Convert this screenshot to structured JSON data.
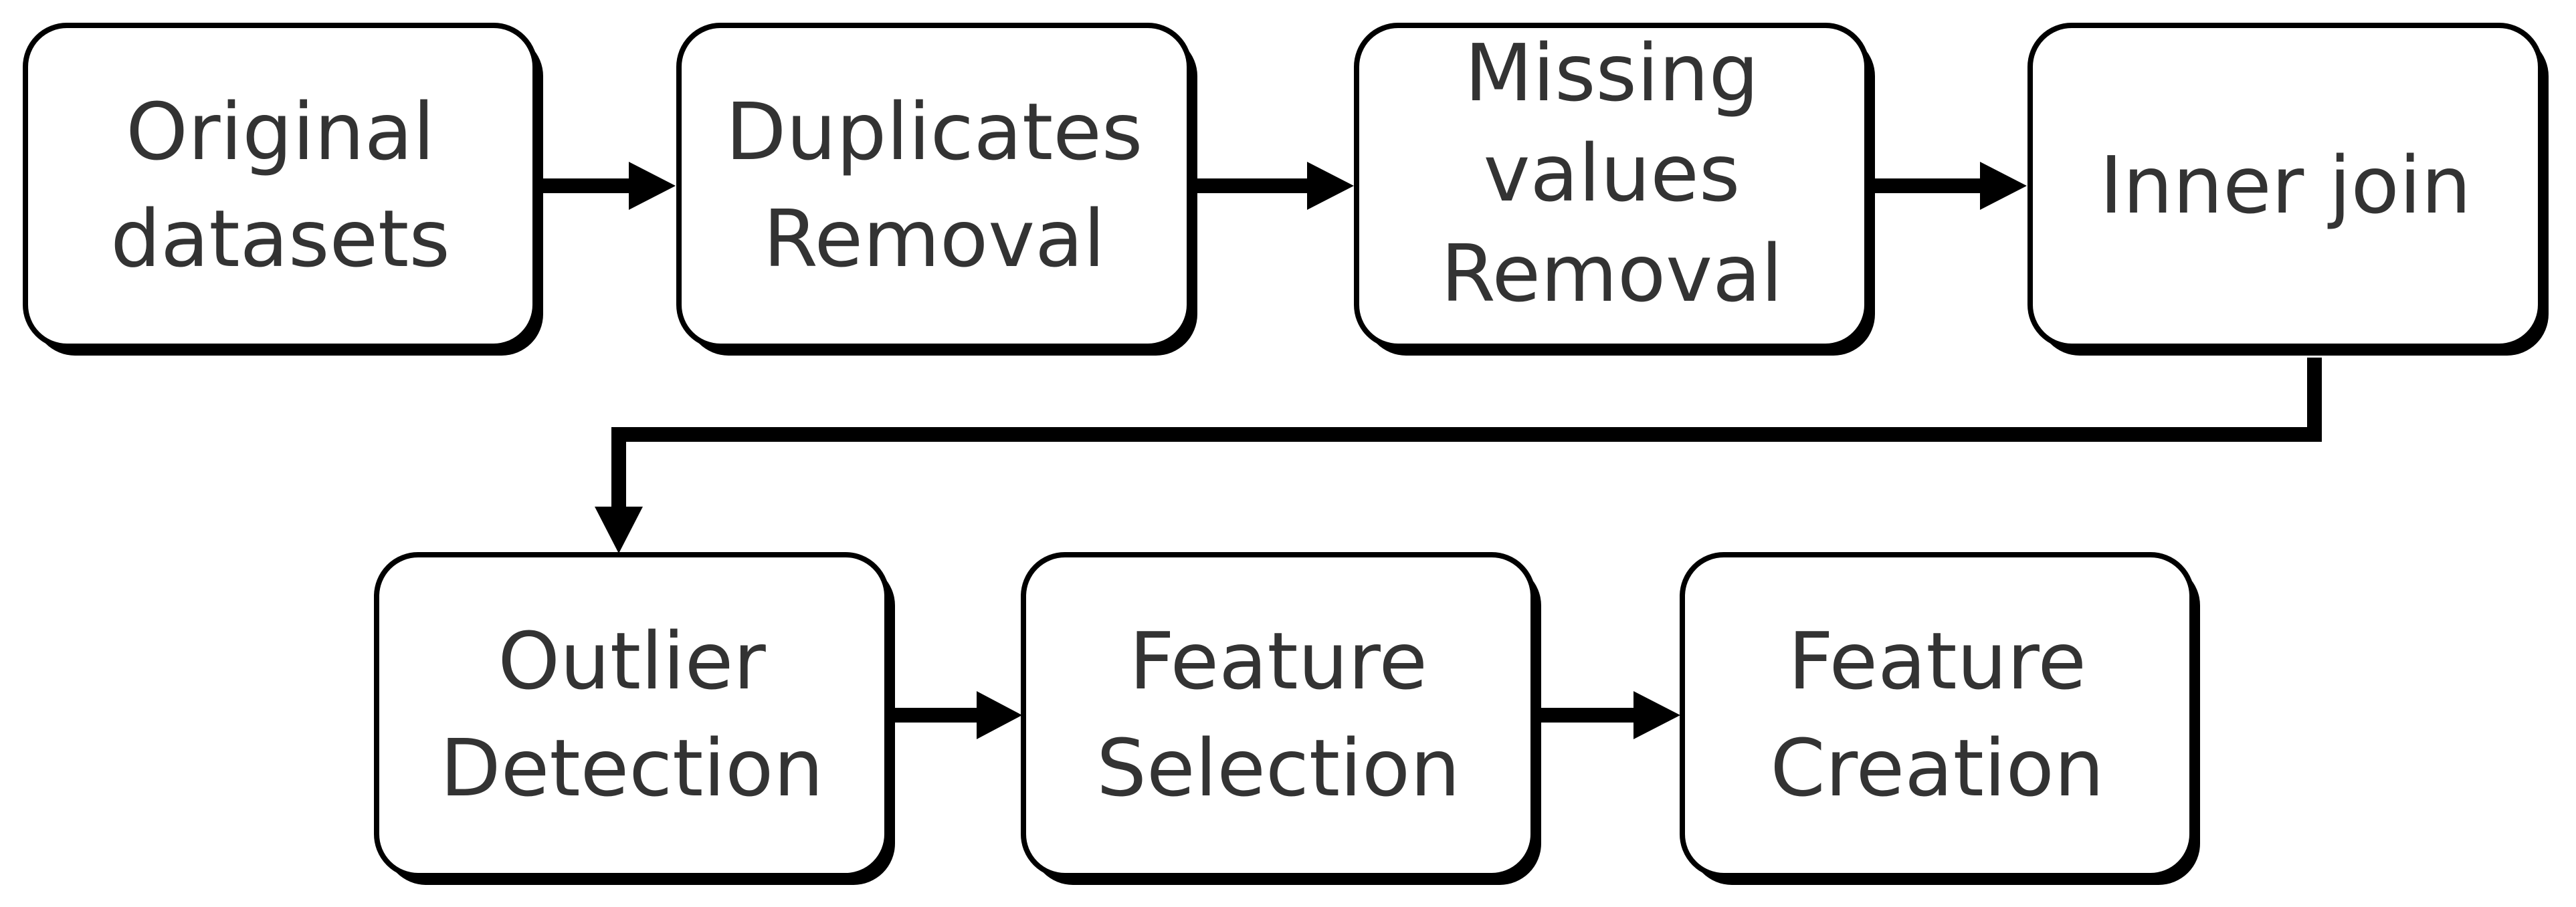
{
  "flowchart": {
    "nodes": [
      {
        "id": "original-datasets",
        "lines": [
          "Original",
          "datasets"
        ]
      },
      {
        "id": "duplicates-removal",
        "lines": [
          "Duplicates",
          "Removal"
        ]
      },
      {
        "id": "missing-values-removal",
        "lines": [
          "Missing",
          "values",
          "Removal"
        ]
      },
      {
        "id": "inner-join",
        "lines": [
          "Inner join"
        ]
      },
      {
        "id": "outlier-detection",
        "lines": [
          "Outlier",
          "Detection"
        ]
      },
      {
        "id": "feature-selection",
        "lines": [
          "Feature",
          "Selection"
        ]
      },
      {
        "id": "feature-creation",
        "lines": [
          "Feature",
          "Creation"
        ]
      }
    ],
    "edges": [
      {
        "from": "original-datasets",
        "to": "duplicates-removal"
      },
      {
        "from": "duplicates-removal",
        "to": "missing-values-removal"
      },
      {
        "from": "missing-values-removal",
        "to": "inner-join"
      },
      {
        "from": "inner-join",
        "to": "outlier-detection"
      },
      {
        "from": "outlier-detection",
        "to": "feature-selection"
      },
      {
        "from": "feature-selection",
        "to": "feature-creation"
      }
    ]
  }
}
